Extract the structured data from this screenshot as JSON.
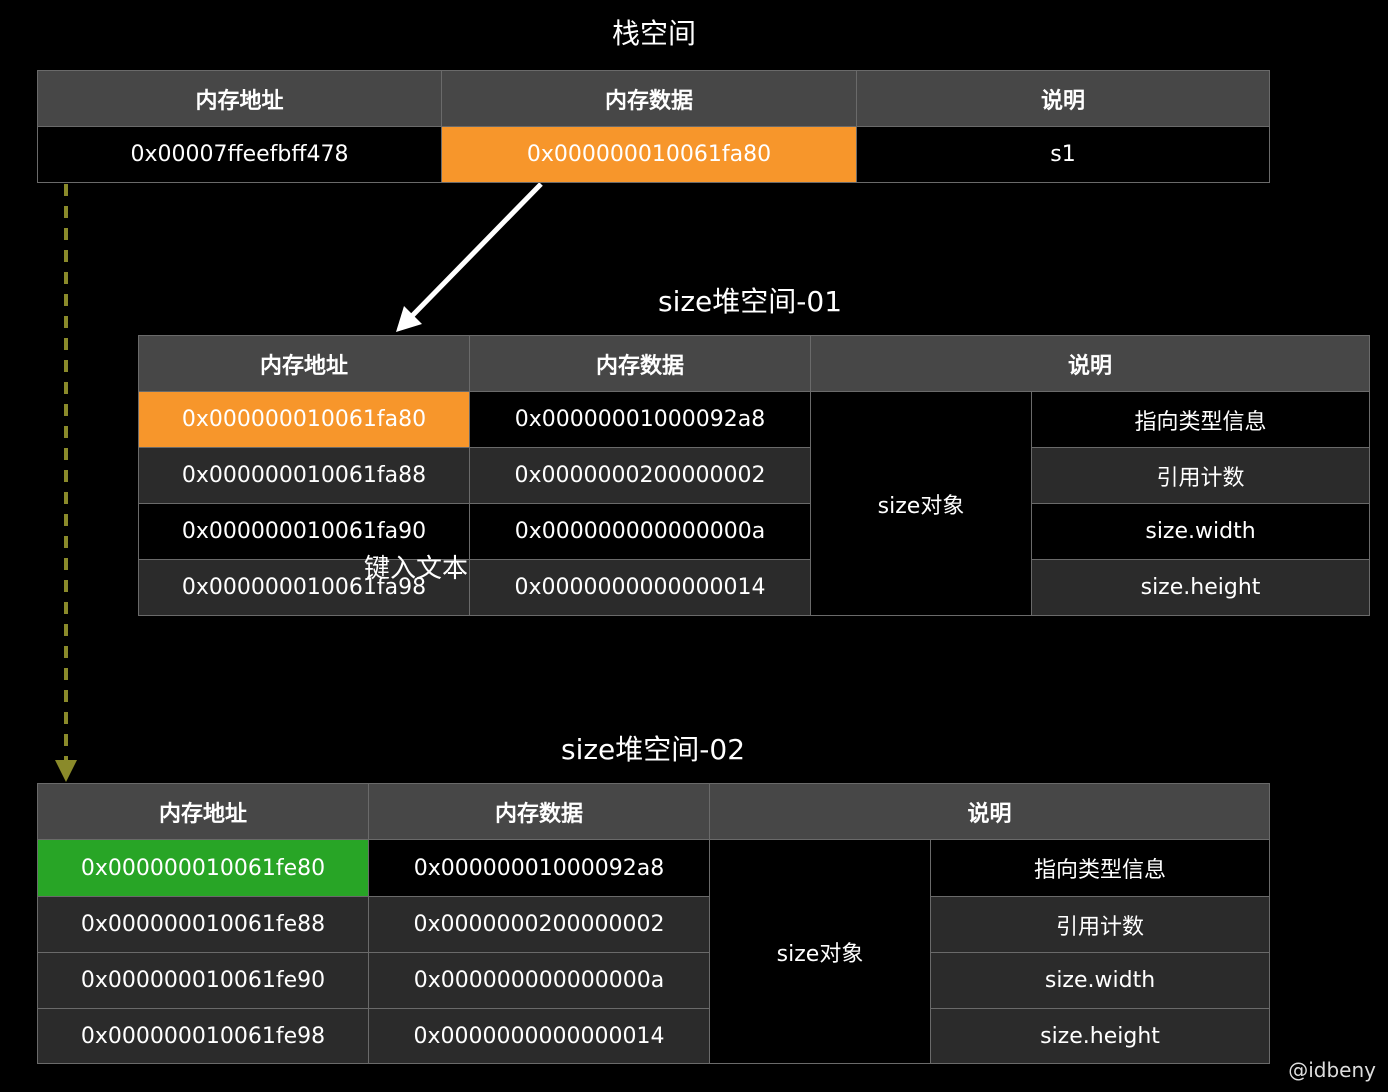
{
  "headers": {
    "addr": "内存地址",
    "data": "内存数据",
    "desc": "说明"
  },
  "stack": {
    "title": "栈空间",
    "row": {
      "addr": "0x00007ffeefbff478",
      "data": "0x000000010061fa80",
      "desc": "s1"
    }
  },
  "heap1": {
    "title": "size堆空间-01",
    "merged": "size对象",
    "rows": [
      {
        "addr": "0x000000010061fa80",
        "data": "0x00000001000092a8",
        "desc": "指向类型信息"
      },
      {
        "addr": "0x000000010061fa88",
        "data": "0x0000000200000002",
        "desc": "引用计数"
      },
      {
        "addr": "0x000000010061fa90",
        "data": "0x000000000000000a",
        "desc": "size.width"
      },
      {
        "addr": "0x000000010061fa98",
        "data": "0x0000000000000014",
        "desc": "size.height"
      }
    ]
  },
  "heap2": {
    "title": "size堆空间-02",
    "merged": "size对象",
    "rows": [
      {
        "addr": "0x000000010061fe80",
        "data": "0x00000001000092a8",
        "desc": "指向类型信息"
      },
      {
        "addr": "0x000000010061fe88",
        "data": "0x0000000200000002",
        "desc": "引用计数"
      },
      {
        "addr": "0x000000010061fe90",
        "data": "0x000000000000000a",
        "desc": "size.width"
      },
      {
        "addr": "0x000000010061fe98",
        "data": "0x0000000000000014",
        "desc": "size.height"
      }
    ]
  },
  "overlay_text": "键入文本",
  "watermark": "@idbeny",
  "colors": {
    "highlight_orange": "#f7962b",
    "highlight_green": "#28a526",
    "header_gray": "#474747",
    "dashed_arrow": "#8a8a2a"
  }
}
